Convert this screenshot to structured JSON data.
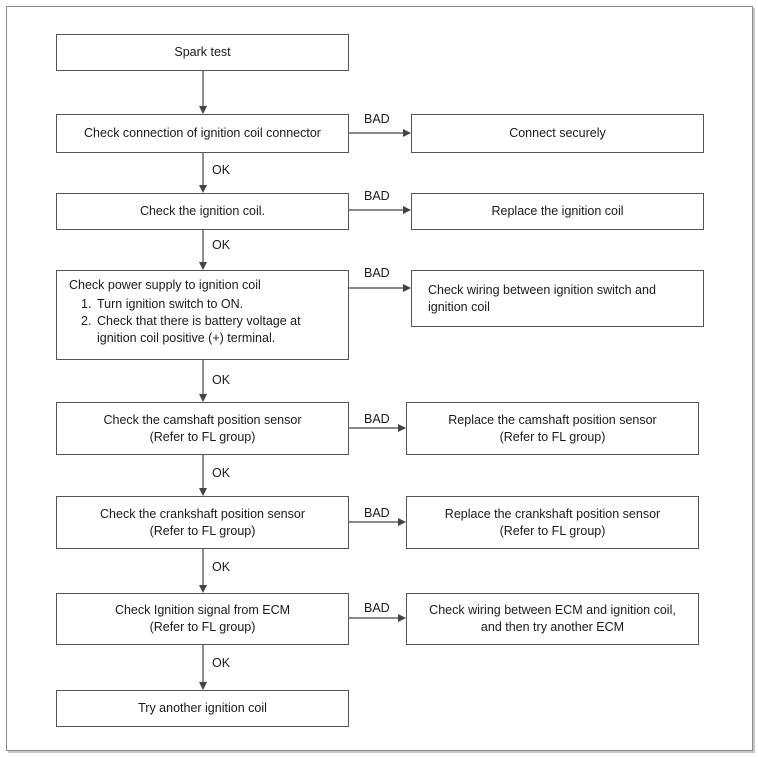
{
  "steps": [
    {
      "id": "spark",
      "text": "Spark test"
    },
    {
      "id": "connector",
      "text": "Check connection of ignition coil connector",
      "bad_action": "Connect securely"
    },
    {
      "id": "coil",
      "text": "Check the ignition coil.",
      "bad_action": "Replace the ignition coil"
    },
    {
      "id": "power",
      "text": "Check power supply to ignition coil",
      "substeps": [
        {
          "num": "1.",
          "text": "Turn ignition switch to ON."
        },
        {
          "num": "2.",
          "text": "Check that there is battery voltage at"
        },
        {
          "num": "",
          "text": "ignition coil positive (+) terminal."
        }
      ],
      "bad_action": "Check wiring between ignition switch and ignition coil"
    },
    {
      "id": "camshaft",
      "text": "Check the camshaft position sensor",
      "ref": "(Refer to FL group)",
      "bad_action": "Replace the camshaft position sensor",
      "bad_ref": "(Refer to FL group)"
    },
    {
      "id": "crankshaft",
      "text": "Check the crankshaft position sensor",
      "ref": "(Refer to FL group)",
      "bad_action": "Replace the crankshaft position sensor",
      "bad_ref": "(Refer to FL group)"
    },
    {
      "id": "ecm",
      "text": "Check Ignition signal from ECM",
      "ref": "(Refer to FL group)",
      "bad_action": "Check wiring between ECM and ignition coil,",
      "bad_action_line2": "and then try another ECM"
    },
    {
      "id": "final",
      "text": "Try another ignition coil"
    }
  ],
  "labels": {
    "ok": "OK",
    "bad": "BAD"
  },
  "colors": {
    "border": "#555555",
    "arrow": "#444444",
    "frame": "#8a8a8a"
  }
}
